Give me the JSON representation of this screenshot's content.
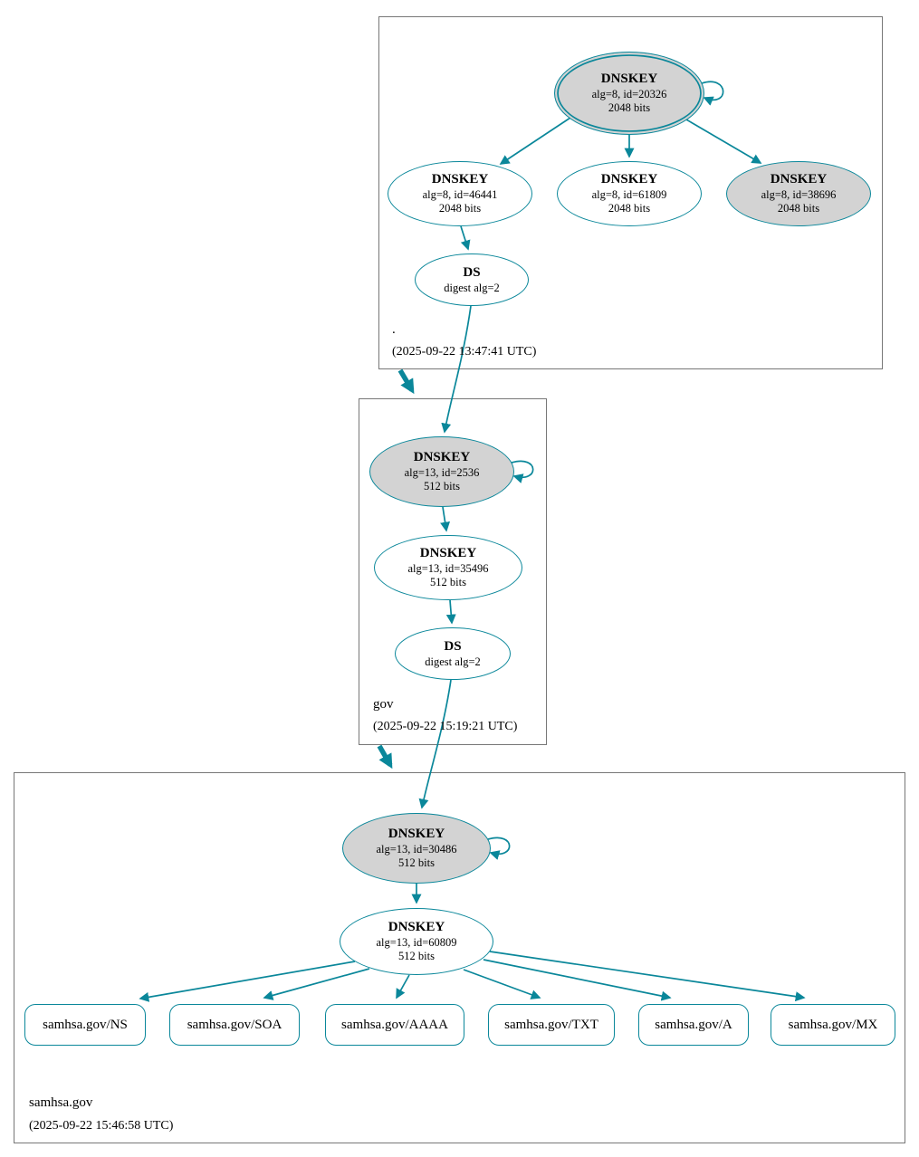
{
  "diagram": {
    "type": "dnssec-authentication-chain",
    "colors": {
      "secure_edge": "#0a879a",
      "ksk_fill": "#d3d3d3",
      "zone_border": "#777777"
    },
    "zones": [
      {
        "label": ".",
        "timestamp": "(2025-09-22 13:47:41 UTC)",
        "nodes": {
          "ksk": {
            "title": "DNSKEY",
            "detail": "alg=8, id=20326",
            "bits": "2048 bits"
          },
          "zsk1": {
            "title": "DNSKEY",
            "detail": "alg=8, id=46441",
            "bits": "2048 bits"
          },
          "zsk2": {
            "title": "DNSKEY",
            "detail": "alg=8, id=61809",
            "bits": "2048 bits"
          },
          "ksk2": {
            "title": "DNSKEY",
            "detail": "alg=8, id=38696",
            "bits": "2048 bits"
          },
          "ds": {
            "title": "DS",
            "detail": "digest alg=2"
          }
        }
      },
      {
        "label": "gov",
        "timestamp": "(2025-09-22 15:19:21 UTC)",
        "nodes": {
          "ksk": {
            "title": "DNSKEY",
            "detail": "alg=13, id=2536",
            "bits": "512 bits"
          },
          "zsk": {
            "title": "DNSKEY",
            "detail": "alg=13, id=35496",
            "bits": "512 bits"
          },
          "ds": {
            "title": "DS",
            "detail": "digest alg=2"
          }
        }
      },
      {
        "label": "samhsa.gov",
        "timestamp": "(2025-09-22 15:46:58 UTC)",
        "nodes": {
          "ksk": {
            "title": "DNSKEY",
            "detail": "alg=13, id=30486",
            "bits": "512 bits"
          },
          "zsk": {
            "title": "DNSKEY",
            "detail": "alg=13, id=60809",
            "bits": "512 bits"
          }
        },
        "rrsets": [
          "samhsa.gov/NS",
          "samhsa.gov/SOA",
          "samhsa.gov/AAAA",
          "samhsa.gov/TXT",
          "samhsa.gov/A",
          "samhsa.gov/MX"
        ]
      }
    ]
  }
}
